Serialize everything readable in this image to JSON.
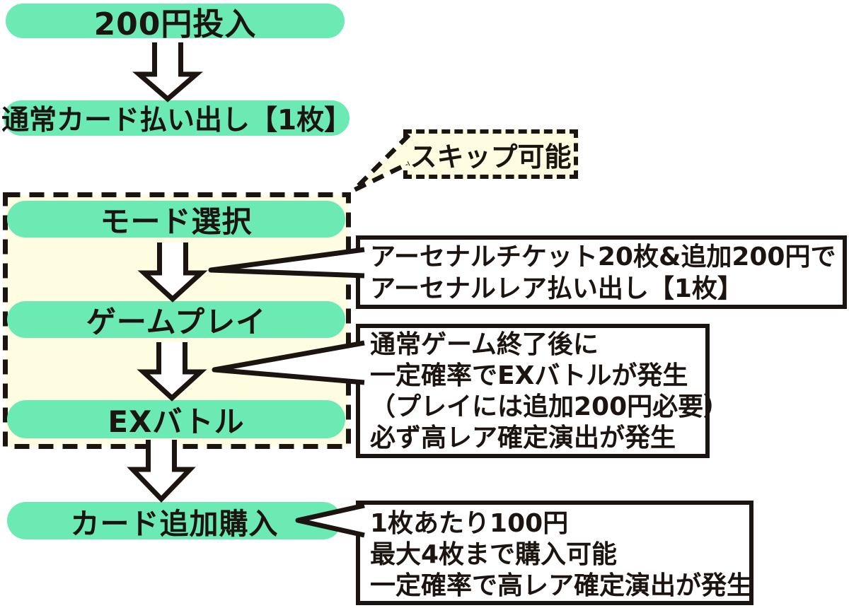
{
  "diagram": {
    "flow_steps": [
      {
        "label": "200円投入"
      },
      {
        "label": "通常カード払い出し【1枚】"
      },
      {
        "label": "モード選択"
      },
      {
        "label": "ゲームプレイ"
      },
      {
        "label": "EXバトル"
      },
      {
        "label": "カード追加購入"
      }
    ],
    "skip_note": {
      "label": "スキップ可能"
    },
    "callouts": [
      {
        "target": "モード選択→ゲームプレイ",
        "lines": [
          "アーセナルチケット20枚&追加200円で",
          "アーセナルレア払い出し【1枚】"
        ]
      },
      {
        "target": "ゲームプレイ→EXバトル",
        "lines": [
          "通常ゲーム終了後に",
          "一定確率でEXバトルが発生",
          "（プレイには追加200円必要）",
          "必ず高レア確定演出が発生"
        ]
      },
      {
        "target": "カード追加購入",
        "lines": [
          "1枚あたり100円",
          "最大4枚まで購入可能",
          "一定確率で高レア確定演出が発生"
        ]
      }
    ]
  },
  "colors": {
    "pill": "#6ceab4",
    "cream": "#fffde1",
    "paper": "#ffffff",
    "ink": "#1c1410"
  }
}
